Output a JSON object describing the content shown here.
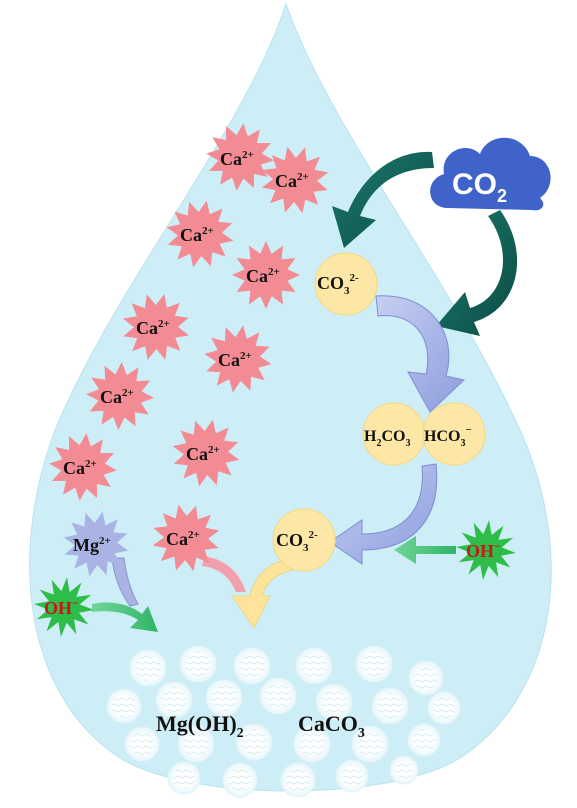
{
  "colors": {
    "drop_fill": "#cdeef6",
    "calcium_star": "#f28b93",
    "carbonate_blob": "#fde7a6",
    "hydroxide_star": "#2fbd4a",
    "magnesium_star": "#a9b4e4",
    "cloud": "#3f63c9",
    "teal_arrow": "#0d5a52",
    "blue_arrow": "#aab6e6",
    "green_arrow": "#45c57a",
    "yellow_arrow": "#fde49a",
    "pink_arrow": "#f2a0ad",
    "precipitate_bubble": "#ffffff"
  },
  "cloud": {
    "label_main": "CO",
    "label_sub": "2",
    "icon": "cloud-icon"
  },
  "ions": {
    "ca": {
      "base": "Ca",
      "sup": "2+"
    },
    "mg": {
      "base": "Mg",
      "sup": "2+"
    },
    "oh": {
      "base": "OH",
      "sup": "−"
    },
    "co3_top": {
      "base": "CO",
      "sub": "3",
      "sup": "2-"
    },
    "co3_bottom": {
      "base": "CO",
      "sub": "3",
      "sup": "2-"
    },
    "h2co3": {
      "pre": "H",
      "pre_sub": "2",
      "base": "CO",
      "sub": "3"
    },
    "hco3": {
      "base": "HCO",
      "sub": "3",
      "sup": "−"
    }
  },
  "products": {
    "mgoh2": {
      "base": "Mg(OH)",
      "sub": "2"
    },
    "caco3": {
      "base": "CaCO",
      "sub": "3"
    }
  }
}
